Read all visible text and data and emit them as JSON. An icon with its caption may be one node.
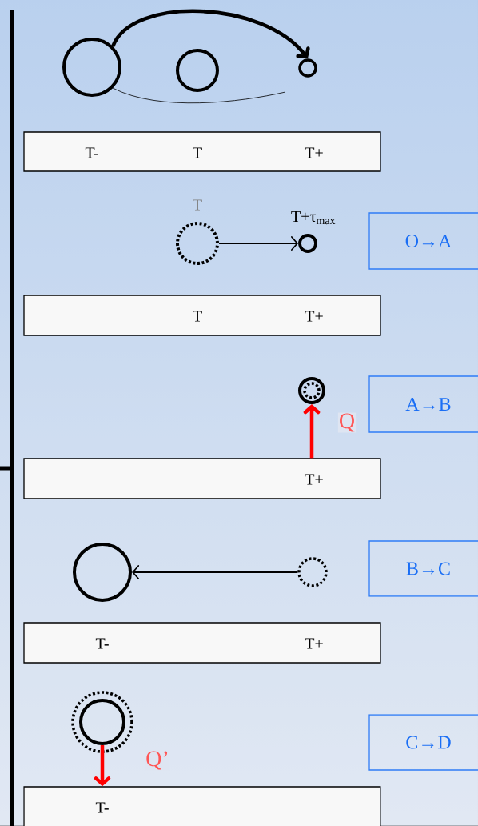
{
  "diagram": {
    "nodes": [
      {
        "text": [],
        "shape": "circle"
      },
      {
        "text": [],
        "shape": "circle"
      },
      {
        "text": [],
        "shape": "circle"
      },
      {
        "text": [
          "T-",
          "T",
          "T+"
        ]
      },
      {
        "text": [],
        "shape": "circle",
        "beside": [
          "T"
        ]
      },
      {
        "text": [],
        "shape": "circle",
        "beside": [
          "T+τ$_{max}$"
        ]
      },
      {
        "text": [
          "O→A"
        ]
      },
      {
        "text": [
          "T",
          "T+"
        ]
      },
      {
        "text": [],
        "shape": "circle"
      },
      {
        "text": [
          "A→B"
        ]
      },
      {
        "text": [
          "T+"
        ]
      },
      {
        "text": [],
        "shape": "circle"
      },
      {
        "text": [],
        "shape": "circle"
      },
      {
        "text": [
          "B→C"
        ]
      },
      {
        "text": [
          "T-",
          "T+"
        ]
      },
      {
        "text": [],
        "shape": "circle"
      },
      {
        "text": [
          "C→D"
        ]
      },
      {
        "text": [
          "T-"
        ]
      }
    ],
    "edges": [
      {
        "from": 0,
        "to": 2,
        "arrow": "to",
        "style": "thick"
      },
      {
        "from": 0,
        "to": null,
        "arrow": "none"
      },
      {
        "from": 4,
        "to": 5,
        "arrow": "to"
      },
      {
        "from": 10,
        "to": 8,
        "arrow": "to",
        "style": "thick",
        "color": "#ff0000",
        "label": "Q"
      },
      {
        "from": 12,
        "to": 11,
        "arrow": "to"
      },
      {
        "from": 15,
        "to": 17,
        "arrow": "to",
        "style": "thick",
        "color": "#ff0000",
        "label": "Q’"
      }
    ]
  }
}
